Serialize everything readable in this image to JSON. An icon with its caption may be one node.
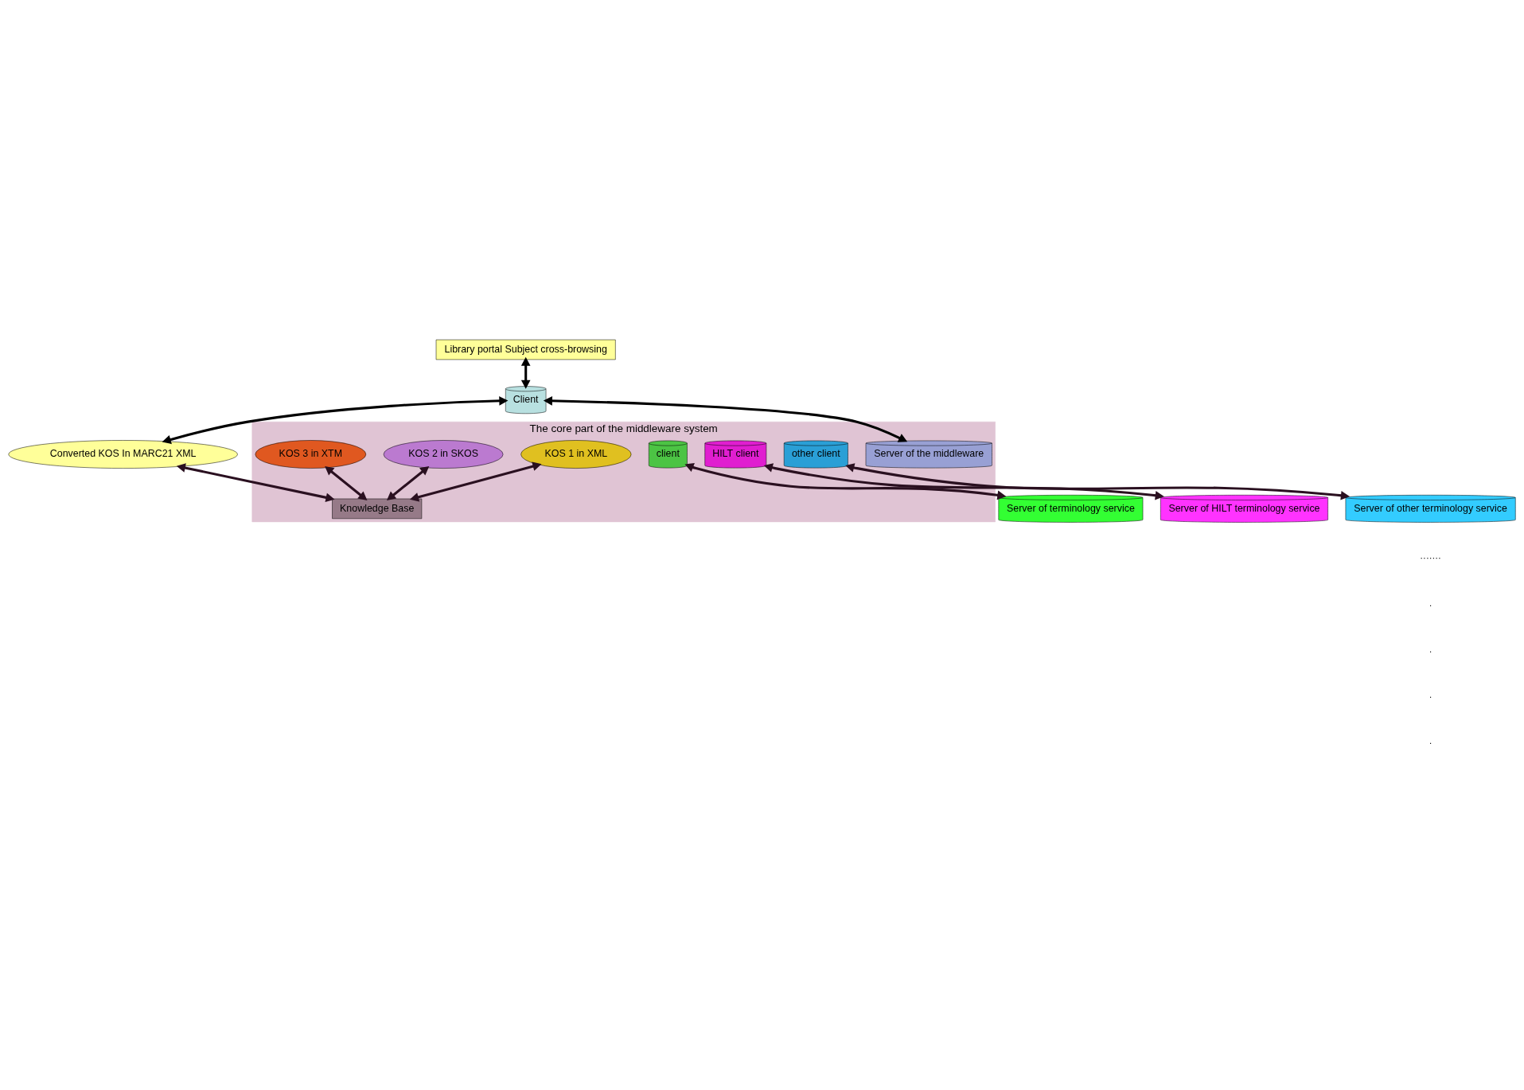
{
  "diagram": {
    "nodes": [
      {
        "text": [
          "Library portal Subject cross-browsing"
        ]
      },
      {
        "text": [
          "The core part of the middleware system"
        ]
      },
      {
        "text": [
          "Client"
        ]
      },
      {
        "text": [
          "Server of the middleware"
        ],
        "in": 1
      },
      {
        "text": [
          "Knowledge Base"
        ],
        "in": 1
      },
      {
        "text": [
          "client"
        ],
        "in": 1
      },
      {
        "text": [
          "HILT client"
        ],
        "in": 1
      },
      {
        "text": [
          "other client"
        ],
        "in": 1
      },
      {
        "text": [
          "Converted KOS In MARC21 XML"
        ]
      },
      {
        "text": [
          "KOS 1 in XML"
        ],
        "in": 1
      },
      {
        "text": [
          "KOS 2 in SKOS"
        ],
        "in": 1
      },
      {
        "text": [
          "KOS 3 in XTM"
        ],
        "in": 1
      },
      {
        "text": [
          "Server of terminology service"
        ]
      },
      {
        "text": [
          "Server of HILT terminology service"
        ]
      },
      {
        "text": [
          "Server of other terminology service"
        ]
      }
    ],
    "edges": [
      {
        "from": 0,
        "to": 2,
        "arrow": "both",
        "color": "#000000"
      },
      {
        "from": 2,
        "to": 3,
        "arrow": "both",
        "color": "#000000"
      },
      {
        "from": 2,
        "to": 8,
        "arrow": "both",
        "color": "#000000"
      },
      {
        "from": 8,
        "to": 4,
        "arrow": "both"
      },
      {
        "from": 9,
        "to": 4,
        "arrow": "both"
      },
      {
        "from": 10,
        "to": 4,
        "arrow": "both"
      },
      {
        "from": 11,
        "to": 4,
        "arrow": "both"
      },
      {
        "from": 5,
        "to": 12,
        "arrow": "both"
      },
      {
        "from": 6,
        "to": 13,
        "arrow": "both"
      },
      {
        "from": 7,
        "to": 14,
        "arrow": "both"
      }
    ],
    "labels": [
      "·······",
      ".",
      ".",
      ".",
      "."
    ]
  }
}
